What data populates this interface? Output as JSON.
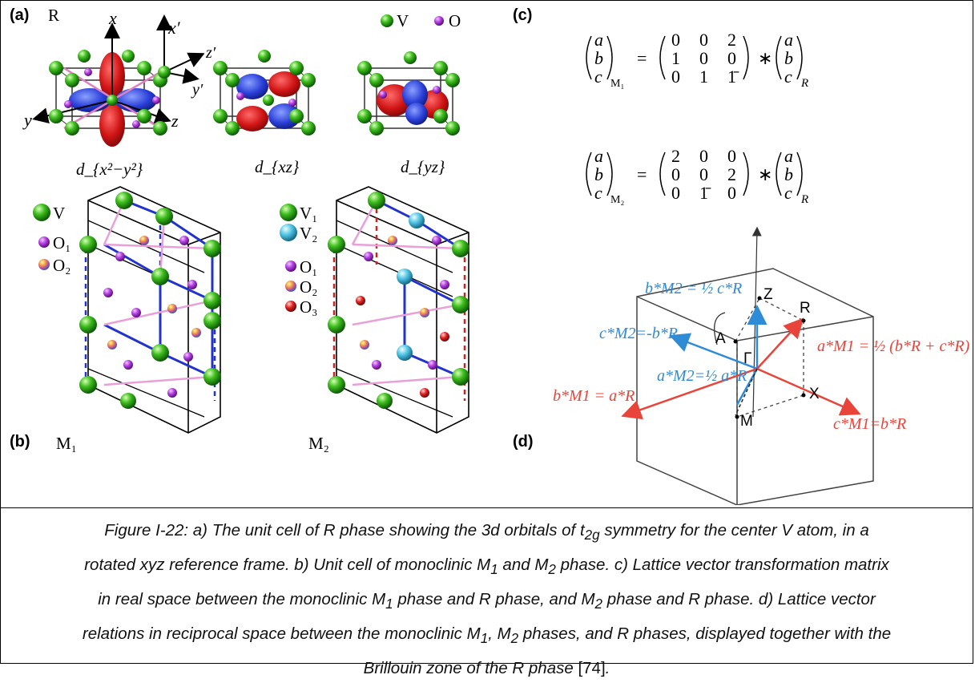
{
  "figure": {
    "panel_a": {
      "label": "(a)",
      "phase": "R",
      "legend": {
        "v": "V",
        "o": "O"
      },
      "axes": {
        "x": "x",
        "xp": "x′",
        "y": "y",
        "yp": "y′",
        "z": "z",
        "zp": "z′"
      },
      "orbitals": [
        "d_{x²−y²}",
        "d_{xz}",
        "d_{yz}"
      ]
    },
    "panel_b": {
      "label": "(b)",
      "m1": "M₁",
      "m2": "M₂",
      "legend_m1": [
        "V",
        "O₁",
        "O₂"
      ],
      "legend_m2": [
        "V₁",
        "V₂",
        "O₁",
        "O₂",
        "O₃"
      ]
    },
    "panel_c": {
      "label": "(c)",
      "eq1": {
        "subscript_left": "M₁",
        "matrix": [
          [
            "0",
            "0",
            "2"
          ],
          [
            "1",
            "0",
            "0"
          ],
          [
            "0",
            "1",
            "1̄"
          ]
        ],
        "subscript_right": "R"
      },
      "eq2": {
        "subscript_left": "M₂",
        "matrix": [
          [
            "2",
            "0",
            "0"
          ],
          [
            "0",
            "0",
            "2"
          ],
          [
            "0",
            "1̄",
            "0"
          ]
        ],
        "subscript_right": "R"
      },
      "vec": [
        "a",
        "b",
        "c"
      ]
    },
    "panel_d": {
      "label": "(d)",
      "points": {
        "z": "Z",
        "r": "R",
        "a": "A",
        "gamma": "Γ",
        "x": "X",
        "m": "M"
      },
      "blue_labels": {
        "b_m2": "b*M2 = ½ c*R",
        "c_m2": "c*M2=-b*R",
        "a_m2": "a*M2=½ a*R"
      },
      "red_labels": {
        "a_m1": "a*M1 = ½ (b*R + c*R)",
        "b_m1": "b*M1 = a*R",
        "c_m1": "c*M1=b*R"
      },
      "colors": {
        "blue": "#2e8bd6",
        "red": "#e8443a"
      }
    }
  },
  "caption": {
    "line1": "Figure I-22: a) The unit cell of R phase showing the 3d orbitals of t",
    "line1_sub": "2g",
    "line1_end": " symmetry for the center V atom, in a",
    "line2_a": "rotated xyz reference frame. b) Unit cell of monoclinic M",
    "line2_sub1": "1",
    "line2_b": " and M",
    "line2_sub2": "2",
    "line2_c": " phase. c) Lattice vector transformation matrix",
    "line3_a": "in real space between the monoclinic M",
    "line3_sub1": "1",
    "line3_b": " phase and R phase, and M",
    "line3_sub2": "2",
    "line3_c": " phase and R phase. d) Lattice vector",
    "line4_a": "relations in reciprocal space between the monoclinic M",
    "line4_sub1": "1",
    "line4_b": ", M",
    "line4_sub2": "2",
    "line4_c": " phases, and R phases, displayed together with the",
    "line5_a": "Brillouin zone of the R phase ",
    "line5_ref": "[74]",
    "line5_end": "."
  }
}
